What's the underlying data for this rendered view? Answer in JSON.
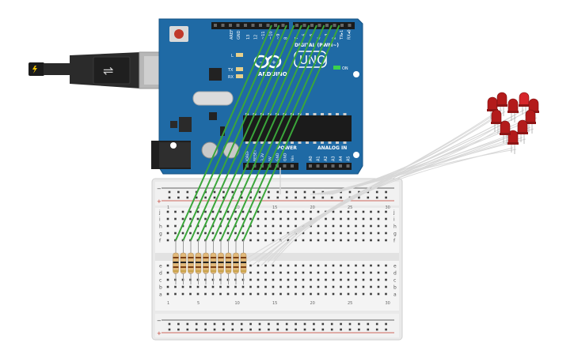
{
  "board": {
    "aref": "AREF",
    "gnd": "GND",
    "pins_high": [
      "13",
      "12",
      "~11",
      "~10",
      "~9",
      "8"
    ],
    "pins_low": [
      "7",
      "~6",
      "~5",
      "4",
      "~3",
      "2",
      "TX▸1",
      "RX◂0"
    ],
    "digital_label": "DIGITAL (PWM~)",
    "brand": "ARDUINO",
    "model": "UNO",
    "led_l": "L",
    "led_tx": "TX",
    "led_rx": "RX",
    "led_on": "ON",
    "power_label": "POWER",
    "analog_label": "ANALOG IN",
    "power_pins": [
      "IOREF",
      "RESET",
      "3.3V",
      "5V",
      "GND",
      "GND",
      "Vin"
    ],
    "analog_pins": [
      "A0",
      "A1",
      "A2",
      "A3",
      "A4",
      "A5"
    ]
  },
  "breadboard": {
    "rows_top": [
      "j",
      "i",
      "h",
      "g",
      "f"
    ],
    "rows_bottom": [
      "e",
      "d",
      "c",
      "b",
      "a"
    ],
    "columns": [
      "1",
      "5",
      "10",
      "15",
      "20",
      "25",
      "30"
    ],
    "rail_minus": "−",
    "rail_plus": "+"
  },
  "colors": {
    "board": "#1f6aa5",
    "wire_signal": "#3aa63a",
    "wire_ground": "#d8d8d8",
    "led": "#b31b1b",
    "resistor": "#e0b87a"
  }
}
